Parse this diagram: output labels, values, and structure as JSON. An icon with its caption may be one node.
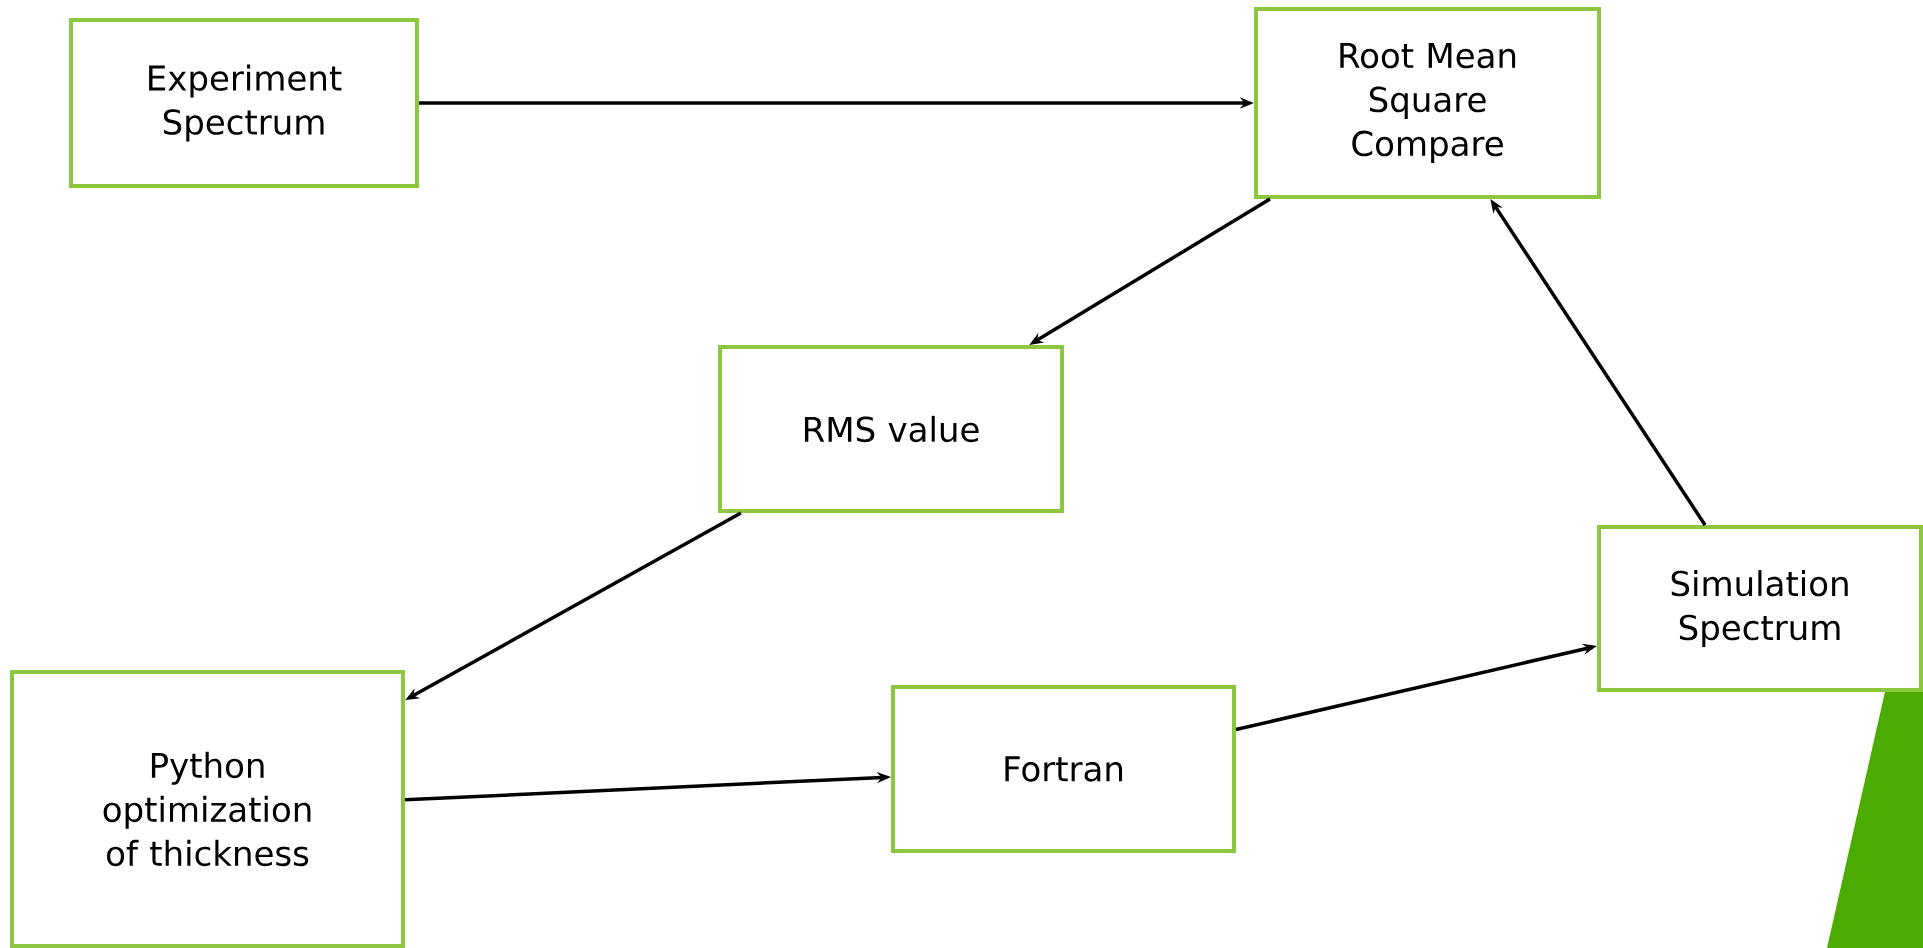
{
  "diagram": {
    "nodes": [
      {
        "text": [
          "Experiment Spectrum"
        ]
      },
      {
        "text": [
          "Root Mean Square Compare"
        ]
      },
      {
        "text": [
          "RMS value"
        ]
      },
      {
        "text": [
          "Python optimization of thickness"
        ]
      },
      {
        "text": [
          "Fortran"
        ]
      },
      {
        "text": [
          "Simulation Spectrum"
        ]
      }
    ],
    "edges": [
      {
        "from": 0,
        "to": 1,
        "arrow": "to"
      },
      {
        "from": 1,
        "to": 2,
        "arrow": "to"
      },
      {
        "from": 2,
        "to": 3,
        "arrow": "to"
      },
      {
        "from": 3,
        "to": 4,
        "arrow": "to"
      },
      {
        "from": 4,
        "to": 5,
        "arrow": "to"
      },
      {
        "from": 5,
        "to": 1,
        "arrow": "to"
      }
    ]
  }
}
